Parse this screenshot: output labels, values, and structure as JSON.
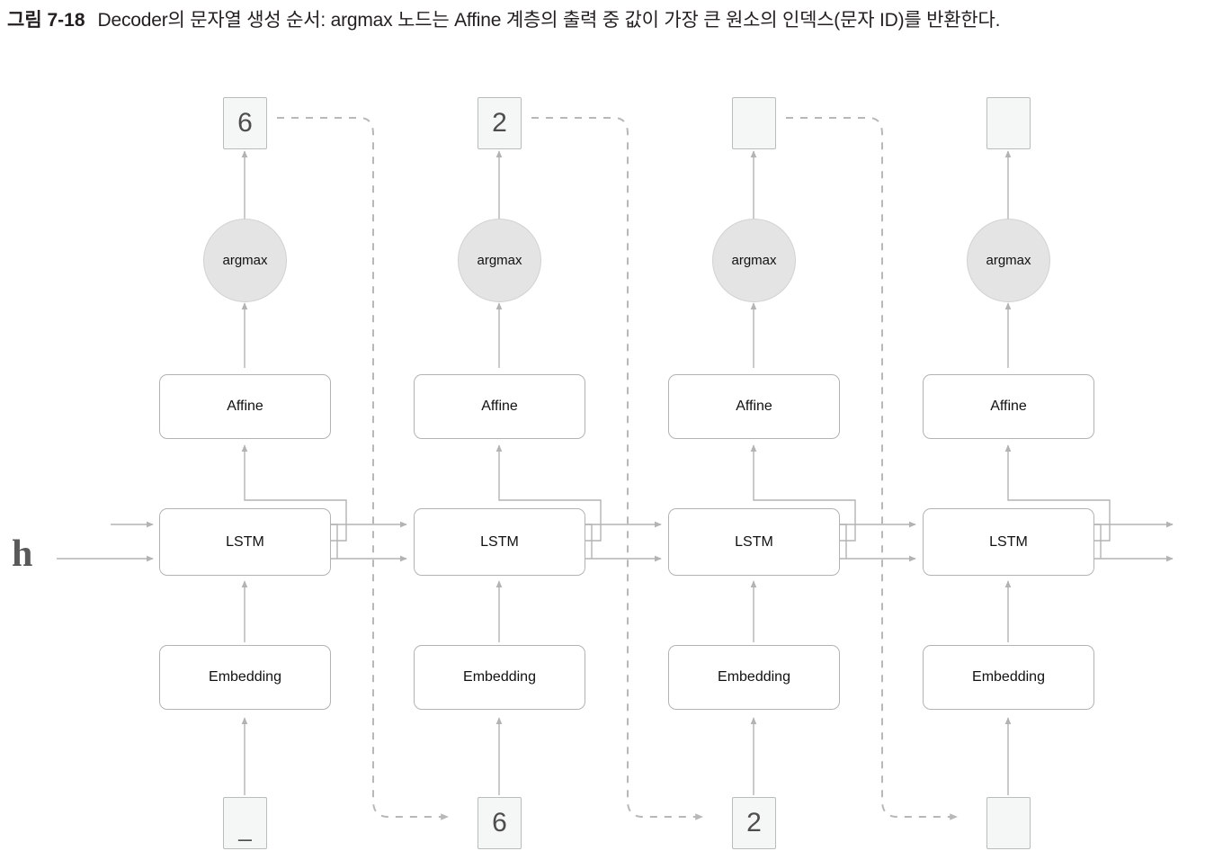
{
  "caption": {
    "figure_number": "그림 7-18",
    "text": "Decoder의 문자열 생성 순서: argmax 노드는 Affine 계층의 출력 중 값이 가장 큰 원소의 인덱스(문자 ID)를 반환한다."
  },
  "diagram": {
    "hidden_state_label": "h",
    "node_labels": {
      "argmax": "argmax",
      "affine": "Affine",
      "lstm": "LSTM",
      "embedding": "Embedding"
    },
    "colors": {
      "line": "#b3b3b3",
      "dashed_line": "#b8b8b8",
      "box_border": "#b3b3b3",
      "box_fill": "#ffffff",
      "circle_fill": "#e4e4e4",
      "circle_border": "#d2d2d2",
      "token_fill": "#f5f7f6",
      "token_border": "#b8bcbb",
      "token_text": "#4d4d4d",
      "caption_text": "#231f20",
      "h_label": "#595959"
    },
    "timesteps": [
      {
        "index": 0,
        "input_token": "_",
        "output_token": "6",
        "argmax": "argmax",
        "affine": "Affine",
        "lstm": "LSTM",
        "embedding": "Embedding"
      },
      {
        "index": 1,
        "input_token": "6",
        "output_token": "2",
        "argmax": "argmax",
        "affine": "Affine",
        "lstm": "LSTM",
        "embedding": "Embedding"
      },
      {
        "index": 2,
        "input_token": "2",
        "output_token": "",
        "argmax": "argmax",
        "affine": "Affine",
        "lstm": "LSTM",
        "embedding": "Embedding"
      },
      {
        "index": 3,
        "input_token": "",
        "output_token": "",
        "argmax": "argmax",
        "affine": "Affine",
        "lstm": "LSTM",
        "embedding": "Embedding"
      }
    ]
  }
}
